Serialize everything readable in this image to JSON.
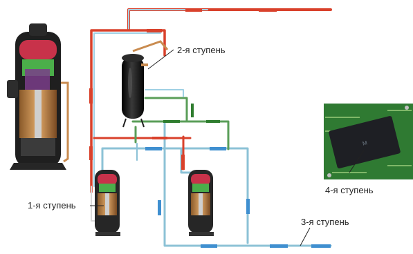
{
  "stages": {
    "stage1": "1-я ступень",
    "stage2": "2-я ступень",
    "stage3": "3-я ступень",
    "stage4": "4-я ступень"
  },
  "colors": {
    "hot_pipe": "#d9412b",
    "cold_pipe": "#8cc2d6",
    "green_pipe": "#5a9e58",
    "receiver_tank": "#1b1b1b",
    "compressor_red": "#c8324a",
    "compressor_green": "#4bae4a",
    "compressor_copper": "#c98b4f",
    "pcb_green": "#2f7a32",
    "chip_black": "#1e1f24"
  }
}
